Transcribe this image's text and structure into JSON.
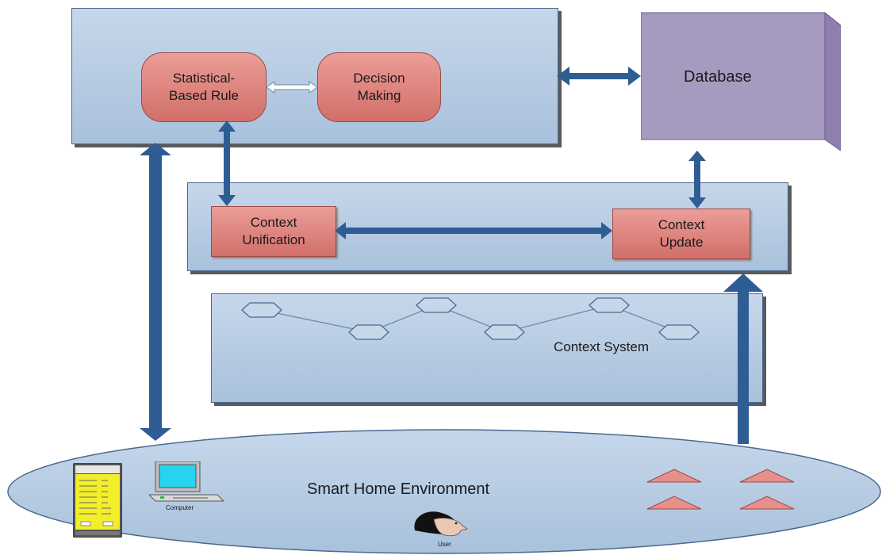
{
  "labels": {
    "statistical_rule": "Statistical-Based Rule",
    "decision_making": "Decision Making",
    "database": "Database",
    "context_unification": "Context Unification",
    "context_update": "Context Update",
    "context_system": "Context System",
    "environment": "Smart Home Environment",
    "computer": "Computer",
    "user": "User"
  },
  "colors": {
    "panel": "#b5c9e2",
    "rule_box": "#e38d87",
    "database": "#a69abf",
    "arrow": "#2e5d94",
    "triangle": "#e7908b",
    "device_screen": "#f2ee2a"
  }
}
